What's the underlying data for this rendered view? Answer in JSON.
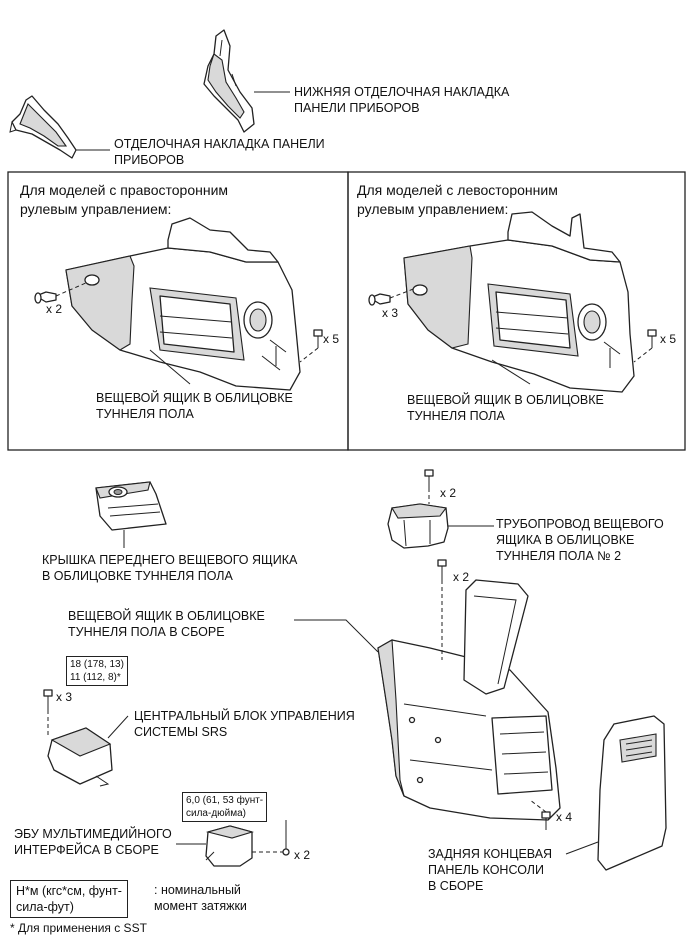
{
  "labels": {
    "lower_trim_panel": "НИЖНЯЯ ОТДЕЛОЧНАЯ НАКЛАДКА\nПАНЕЛИ ПРИБОРОВ",
    "trim_panel": "ОТДЕЛОЧНАЯ НАКЛАДКА ПАНЕЛИ\nПРИБОРОВ",
    "rhd_title": "Для моделей с правосторонним\nрулевым управлением:",
    "lhd_title": "Для моделей с левосторонним\nрулевым управлением:",
    "rhd_box": "ВЕЩЕВОЙ ЯЩИК В ОБЛИЦОВКЕ\nТУННЕЛЯ ПОЛА",
    "lhd_box": "ВЕЩЕВОЙ ЯЩИК В ОБЛИЦОВКЕ\nТУННЕЛЯ ПОЛА",
    "front_cover": "КРЫШКА ПЕРЕДНЕГО ВЕЩЕВОГО ЯЩИКА\nВ ОБЛИЦОВКЕ ТУННЕЛЯ ПОЛА",
    "duct": "ТРУБОПРОВОД ВЕЩЕВОГО\nЯЩИКА В ОБЛИЦОВКЕ\nТУННЕЛЯ ПОЛА № 2",
    "box_assy": "ВЕЩЕВОЙ ЯЩИК В ОБЛИЦОВКЕ\nТУННЕЛЯ ПОЛА В СБОРЕ",
    "srs_unit": "ЦЕНТРАЛЬНЫЙ БЛОК УПРАВЛЕНИЯ\nСИСТЕМЫ SRS",
    "multimedia_ecu": "ЭБУ МУЛЬТИМЕДИЙНОГО\nИНТЕРФЕЙСА В СБОРЕ",
    "rear_panel": "ЗАДНЯЯ КОНЦЕВАЯ\nПАНЕЛЬ КОНСОЛИ\nВ СБОРЕ"
  },
  "quantities": {
    "rhd_clip": "x 2",
    "rhd_screw": "x 5",
    "lhd_clip": "x 3",
    "lhd_screw": "x 5",
    "duct_screw": "x 2",
    "assy_screw": "x 2",
    "srs_bolt": "x 3",
    "ecu_screw": "x 2",
    "rear_screw": "x 4"
  },
  "torque": {
    "srs": "18 (178, 13)\n11 (112, 8)*",
    "ecu": "6,0 (61, 53 фунт-\nсила-дюйма)"
  },
  "legend": {
    "unit_box": "Н*м (кгс*см, фунт-\nсила-фут)",
    "meaning": ": номинальный\nмомент затяжки",
    "footnote": "* Для применения с SST"
  }
}
